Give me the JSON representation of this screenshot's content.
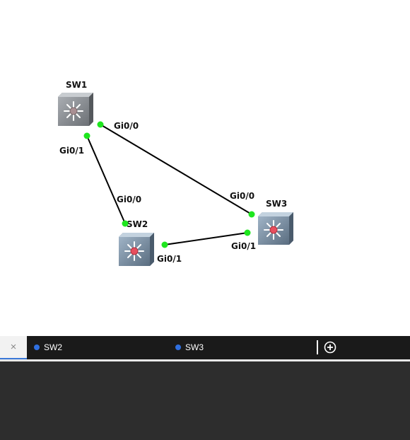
{
  "colors": {
    "port_up": "#1ee61e",
    "link": "#000000",
    "switch_body": "#5d7187",
    "switch_top": "#8aa3bb",
    "led_active": "#e84e5e",
    "led_idle": "#a98f93",
    "tab_dot": "#2f6fe0"
  },
  "topology": {
    "nodes": [
      {
        "id": "sw1",
        "label": "SW1",
        "status": "idle"
      },
      {
        "id": "sw2",
        "label": "SW2",
        "status": "active"
      },
      {
        "id": "sw3",
        "label": "SW3",
        "status": "active"
      }
    ],
    "links": [
      {
        "a": "SW1",
        "a_port": "Gi0/0",
        "b": "SW3",
        "b_port": "Gi0/0"
      },
      {
        "a": "SW1",
        "a_port": "Gi0/1",
        "b": "SW2",
        "b_port": "Gi0/0"
      },
      {
        "a": "SW2",
        "a_port": "Gi0/1",
        "b": "SW3",
        "b_port": "Gi0/1"
      }
    ]
  },
  "tabs": {
    "close_symbol": "×",
    "items": [
      {
        "label": "SW2"
      },
      {
        "label": "SW3"
      }
    ],
    "add_icon": "plus-circle-icon"
  }
}
